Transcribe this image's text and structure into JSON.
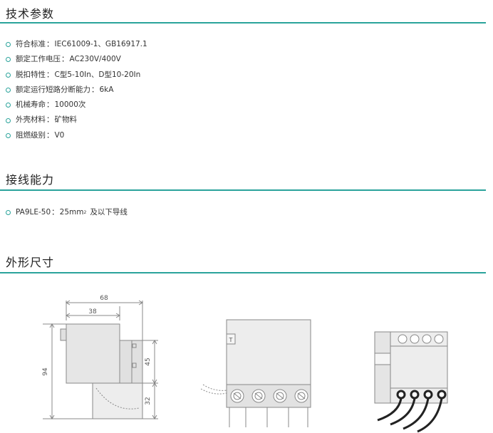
{
  "sections": {
    "tech": {
      "title": "技术参数",
      "items": [
        {
          "label": "符合标准",
          "value": "IEC61009-1、GB16917.1"
        },
        {
          "label": "额定工作电压",
          "value": "AC230V/400V"
        },
        {
          "label": "脱扣特性",
          "value": "C型5-10In、D型10-20In"
        },
        {
          "label": "额定运行短路分断能力",
          "value": "6kA"
        },
        {
          "label": "机械寿命",
          "value": "10000次"
        },
        {
          "label": "外壳材料",
          "value": "矿物料"
        },
        {
          "label": "阻燃级别",
          "value": "V0"
        }
      ]
    },
    "wiring": {
      "title": "接线能力",
      "model": "PA9LE-50",
      "value": "25mm",
      "sup": "2",
      "suffix": "及以下导线"
    },
    "dims": {
      "title": "外形尺寸",
      "labels": {
        "width": "68",
        "half_width": "38",
        "height": "94",
        "upper": "45",
        "lower": "32",
        "terminal": "T"
      }
    }
  },
  "colors": {
    "accent": "#2aa39b",
    "drawing": "#888888"
  }
}
